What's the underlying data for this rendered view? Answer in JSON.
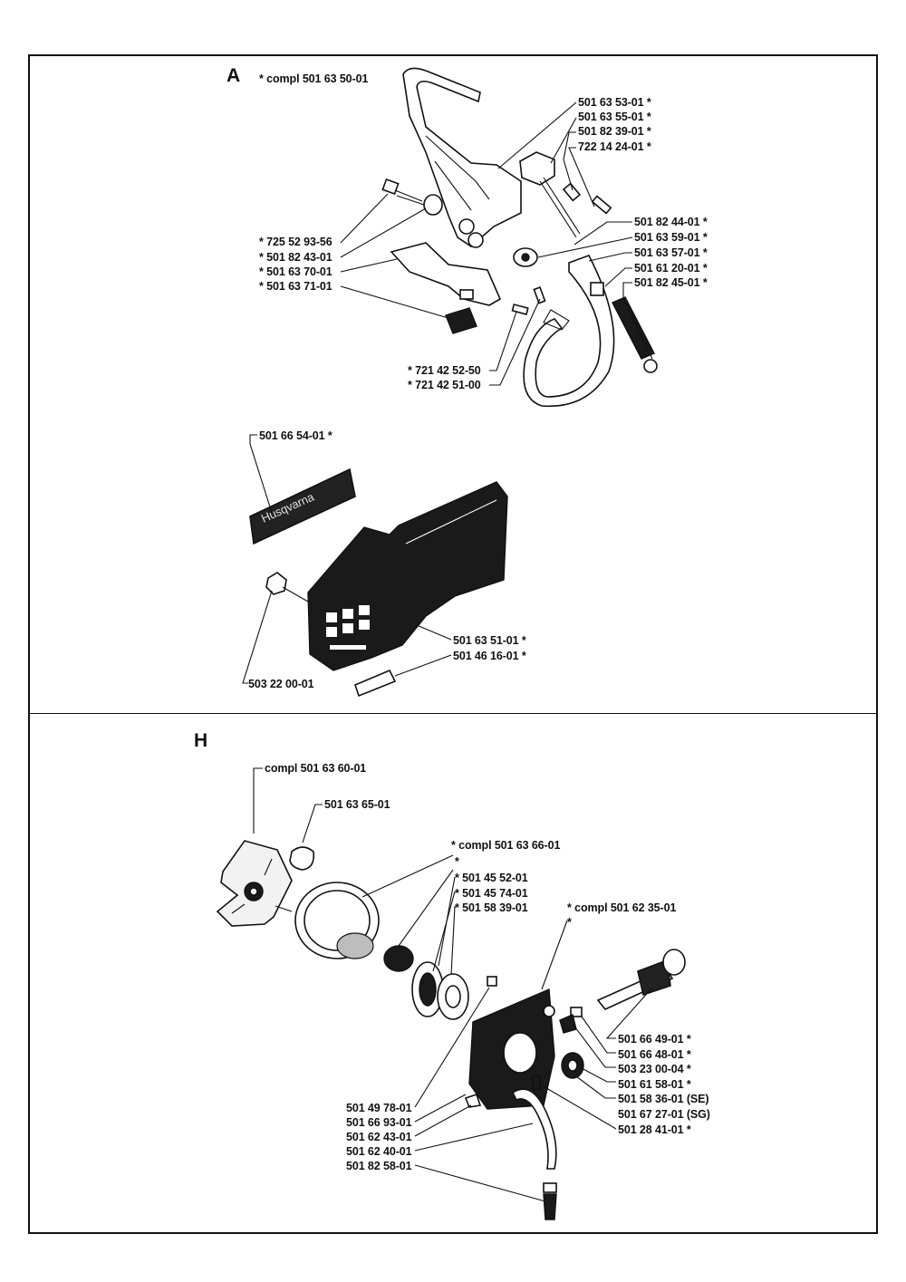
{
  "sections": {
    "a": {
      "letter": "A",
      "labels": {
        "compl_head": "* compl 501 63 50-01",
        "l1": "501 63 53-01  *",
        "l2": "501 63 55-01  *",
        "l3": "501 82 39-01  *",
        "l4": "722 14 24-01  *",
        "l5": "501 82 44-01  *",
        "l6": "501 63 59-01  *",
        "l7": "501 63 57-01  *",
        "l8": "501 61 20-01  *",
        "l9": "501 82 45-01  *",
        "l10": "*  725 52 93-56",
        "l11": "*  501 82 43-01",
        "l12": "*  501 63 70-01",
        "l13": "*  501 63 71-01",
        "l14": "*  721 42 52-50",
        "l15": "*  721 42 51-00",
        "l16": "501 66 54-01  *",
        "l17": "501 63 51-01  *",
        "l18": "501 46 16-01  *",
        "l19": "503 22 00-01",
        "decal_text": "Husqvarna"
      }
    },
    "h": {
      "letter": "H",
      "labels": {
        "m1": "compl 501 63 60-01",
        "m2": "501 63 65-01",
        "m3": "*  compl 501 63 66-01",
        "m4": "*",
        "m5": "*  501 45 52-01",
        "m6": "*  501 45 74-01",
        "m7": "*  501 58 39-01",
        "m8": "*  compl 501 62 35-01",
        "m9": "*",
        "m10": "501 66 49-01  *",
        "m11": "501 66 48-01  *",
        "m12": "503 23 00-04  *",
        "m13": "501 61 58-01  *",
        "m14": "501 58 36-01 (SE)",
        "m15": "501 67 27-01 (SG)",
        "m16": "501 28 41-01  *",
        "m17": "501 49 78-01",
        "m18": "501 66 93-01",
        "m19": "501 62 43-01",
        "m20": "501 62 40-01",
        "m21": "501 82 58-01"
      }
    }
  }
}
